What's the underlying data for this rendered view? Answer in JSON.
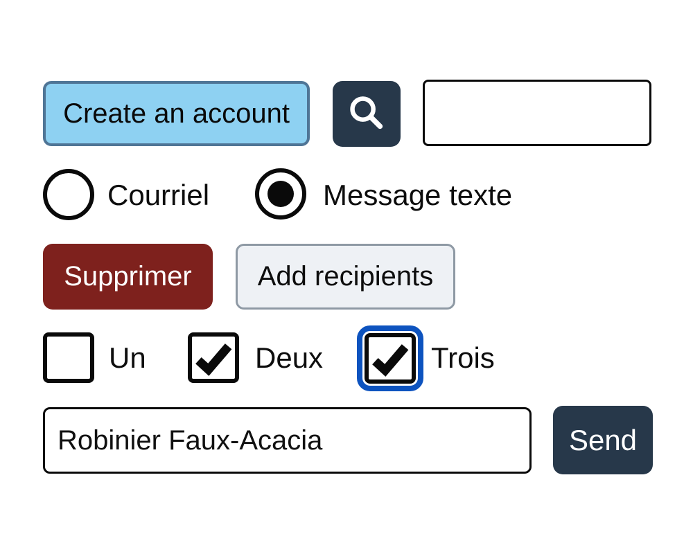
{
  "colors": {
    "navy": "#27384a",
    "light_blue": "#8ed1f2",
    "light_blue_border": "#4f7596",
    "dark_red": "#7e211d",
    "light_gray": "#eef1f5",
    "gray_border": "#8e99a4",
    "focus_ring_blue": "#0d53bf",
    "text_black": "#0d0d0d"
  },
  "row1": {
    "create_button_label": "Create an account",
    "search_icon": "magnifier-icon",
    "input_value": ""
  },
  "radio_group": {
    "options": [
      {
        "label": "Courriel",
        "selected": false
      },
      {
        "label": "Message texte",
        "selected": true
      }
    ]
  },
  "action_row": {
    "delete_label": "Supprimer",
    "add_recipients_label": "Add recipients"
  },
  "checkbox_group": {
    "options": [
      {
        "label": "Un",
        "checked": false,
        "focused": false
      },
      {
        "label": "Deux",
        "checked": true,
        "focused": false
      },
      {
        "label": "Trois",
        "checked": true,
        "focused": true
      }
    ]
  },
  "message_row": {
    "input_value": "Robinier Faux-Acacia",
    "send_label": "Send"
  }
}
